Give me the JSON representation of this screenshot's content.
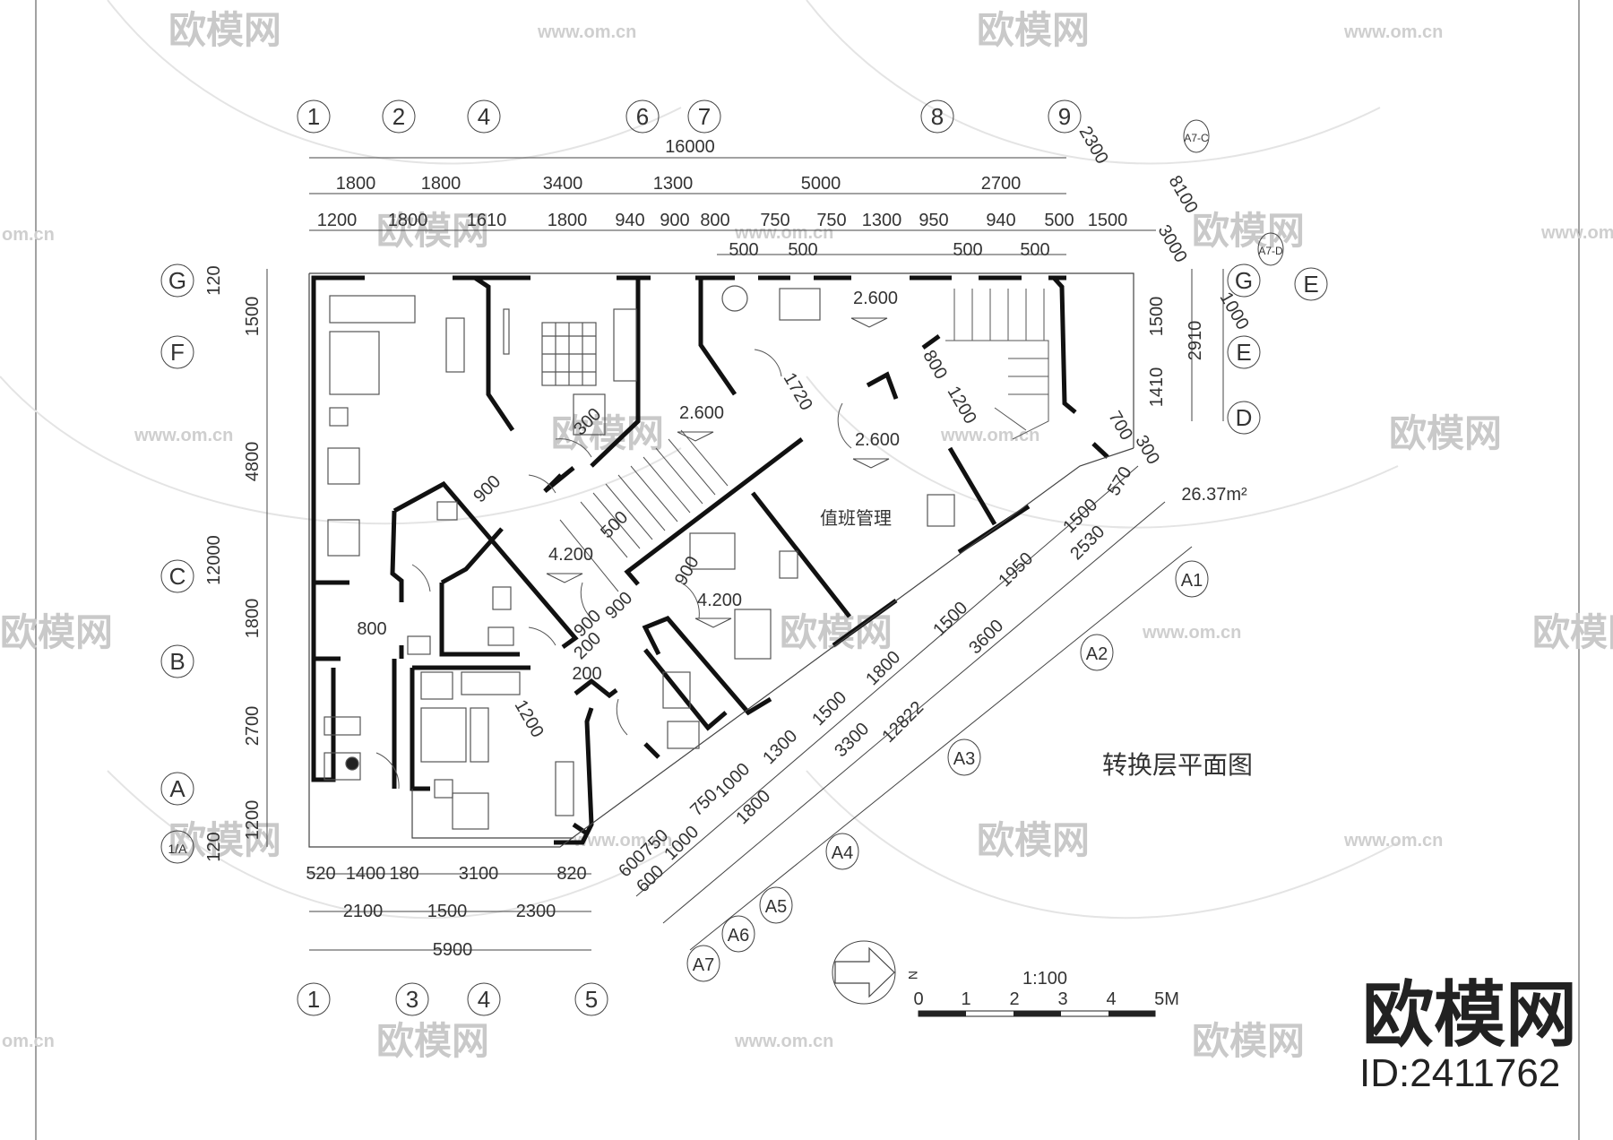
{
  "drawing": {
    "title": "转换层平面图",
    "area_label": "26.37m²",
    "room_label": "值班管理",
    "scale_label": "1:100",
    "scale_ticks": [
      "0",
      "1",
      "2",
      "3",
      "4",
      "5M"
    ],
    "north_label": "N"
  },
  "brand": {
    "name": "欧模网",
    "id_label": "ID:2411762",
    "watermark_text": "欧模网",
    "watermark_url": "www.om.cn",
    "watermark_short": "om.cn",
    "watermark_clip": "欧模网"
  },
  "axes_top": [
    "1",
    "2",
    "4",
    "6",
    "7",
    "8",
    "9"
  ],
  "axes_bottom": [
    "1",
    "3",
    "4",
    "5"
  ],
  "axes_left": [
    "G",
    "F",
    "C",
    "B",
    "A",
    "1/A"
  ],
  "axes_right": [
    "G",
    "E",
    "D"
  ],
  "axes_right_small": [
    "E",
    "A7-D",
    "A7-C"
  ],
  "axes_diag": [
    "A1",
    "A2",
    "A3",
    "A4",
    "A5",
    "A6",
    "A7"
  ],
  "dims_top_total": "16000",
  "dims_top_row1": [
    "1800",
    "1800",
    "3400",
    "1300",
    "5000",
    "2700"
  ],
  "dims_top_row2": [
    "1200",
    "1800",
    "1610",
    "1800",
    "940",
    "900",
    "800",
    "750",
    "750",
    "1300",
    "950",
    "940",
    "500",
    "1500"
  ],
  "dims_top_row3": [
    "500",
    "500",
    "500",
    "500"
  ],
  "dims_left_total": "12000",
  "dims_left_row": [
    "120",
    "1500",
    "4800",
    "1800",
    "2700",
    "1200",
    "120"
  ],
  "dims_bottom_row1": [
    "520",
    "1400",
    "180",
    "3100",
    "820"
  ],
  "dims_bottom_row2": [
    "2100",
    "1500",
    "2300"
  ],
  "dims_bottom_total": "5900",
  "dims_right": [
    "1500",
    "2910",
    "1410",
    "2300",
    "8100",
    "3000",
    "1000"
  ],
  "dims_diag": [
    "700",
    "300",
    "570",
    "1500",
    "1950",
    "2530",
    "1500",
    "3600",
    "1800",
    "1500",
    "1300",
    "3300",
    "12822",
    "1000",
    "750",
    "1800",
    "750",
    "600",
    "1000",
    "600"
  ],
  "dims_inner": [
    "900",
    "800",
    "900",
    "900",
    "200",
    "1200",
    "800",
    "1200",
    "1720",
    "500",
    "200",
    "300",
    "900"
  ],
  "elevations": [
    "2.600",
    "2.600",
    "2.600",
    "4.200",
    "4.200"
  ]
}
